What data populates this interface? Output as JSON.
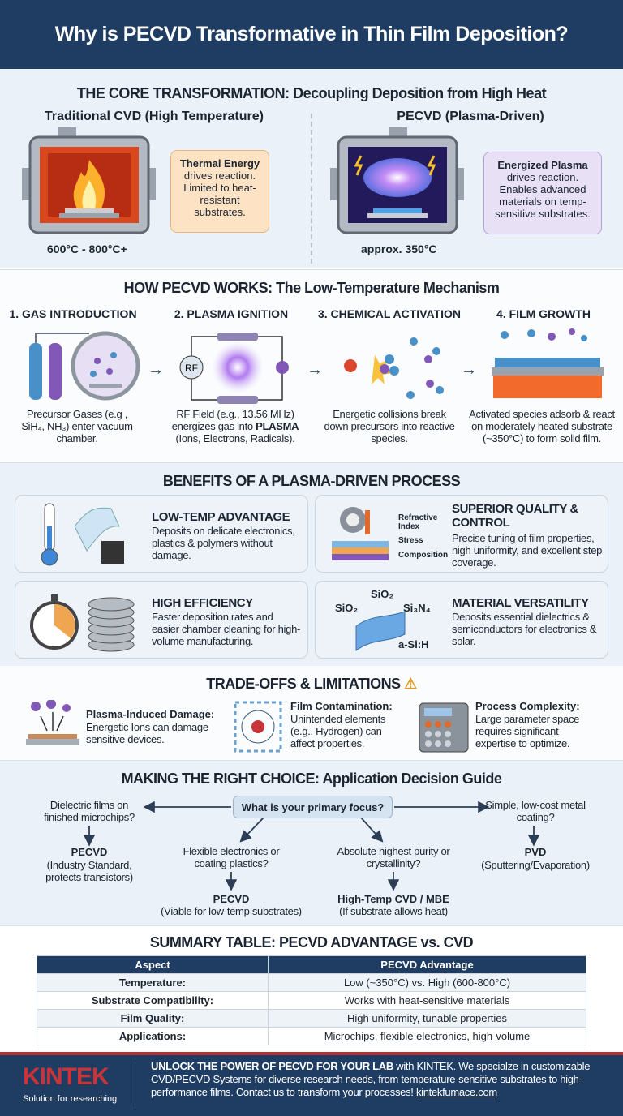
{
  "header": {
    "title": "Why is PECVD Transformative in Thin Film Deposition?"
  },
  "colors": {
    "navy": "#1f3d63",
    "accent_red": "#b5313a",
    "thermal_bubble": "#fde3c4",
    "plasma_bubble": "#e8e0f5"
  },
  "core": {
    "title": "THE CORE TRANSFORMATION: Decoupling Deposition from High Heat",
    "left": {
      "heading": "Traditional CVD (High Temperature)",
      "bubble_bold": "Thermal Energy",
      "bubble_text": "drives reaction. Limited to heat-resistant substrates.",
      "temp": "600°C - 800°C+",
      "icon": "flame-furnace-icon"
    },
    "right": {
      "heading": "PECVD (Plasma-Driven)",
      "bubble_bold": "Energized Plasma",
      "bubble_text": "drives reaction. Enables advanced materials on temp-sensitive substrates.",
      "temp": "approx. 350°C",
      "icon": "plasma-chamber-icon"
    }
  },
  "how": {
    "title": "HOW PECVD WORKS: The Low-Temperature Mechanism",
    "steps": [
      {
        "title": "1. GAS INTRODUCTION",
        "text": "Precursor Gases (e.g , SiH₄, NH₃) enter vacuum chamber.",
        "icon": "gas-cylinders-icon"
      },
      {
        "title": "2. PLASMA IGNITION",
        "text_pre": "RF Field (e.g., 13.56 MHz) energizes gas into ",
        "text_bold": "PLASMA",
        "text_post": " (Ions, Electrons, Radicals).",
        "rf": "RF",
        "icon": "rf-plasma-icon"
      },
      {
        "title": "3. CHEMICAL ACTIVATION",
        "text": "Energetic collisions break down precursors into reactive species.",
        "icon": "collision-icon"
      },
      {
        "title": "4. FILM GROWTH",
        "text": "Activated species adsorb & react on moderately heated substrate (~350°C) to form solid film.",
        "icon": "heated-substrate-icon"
      }
    ]
  },
  "benefits": {
    "title": "BENEFITS OF A PLASMA-DRIVEN PROCESS",
    "cards": [
      {
        "title": "LOW-TEMP ADVANTAGE",
        "text": "Deposits on delicate electronics, plastics & polymers without damage.",
        "icon": "thermometer-chip-icon"
      },
      {
        "title": "SUPERIOR QUALITY & CONTROL",
        "text": "Precise tuning of film properties, high uniformity, and excellent step coverage.",
        "labels": [
          "Refractive Index",
          "Stress",
          "Composition"
        ],
        "icon": "gear-layers-icon"
      },
      {
        "title": "HIGH EFFICIENCY",
        "text": "Faster deposition rates and easier chamber cleaning for high-volume manufacturing.",
        "icon": "stopwatch-wafers-icon"
      },
      {
        "title": "MATERIAL VERSATILITY",
        "text": "Deposits essential dielectrics & semiconductors for electronics & solar.",
        "materials": [
          "SiO₂",
          "SiO₂",
          "Si₃N₄",
          "a-Si:H"
        ],
        "icon": "film-sheet-icon"
      }
    ]
  },
  "tradeoffs": {
    "title": "TRADE-OFFS & LIMITATIONS",
    "icon": "warning-icon",
    "items": [
      {
        "title": "Plasma-Induced Damage:",
        "text": "Energetic Ions can damage sensitive devices.",
        "icon": "ion-bombardment-icon"
      },
      {
        "title": "Film Contamination:",
        "text": "Unintended elements (e.g., Hydrogen) can affect properties.",
        "icon": "atom-lattice-icon"
      },
      {
        "title": "Process Complexity:",
        "text": "Large parameter space requires significant expertise to optimize.",
        "icon": "control-panel-icon"
      }
    ]
  },
  "guide": {
    "title": "MAKING THE RIGHT CHOICE: Application Decision Guide",
    "center": "What is your primary focus?",
    "branches": [
      {
        "q": "Dielectric films on finished microchips?",
        "a": "PECVD",
        "note": "(Industry Standard, protects transistors)"
      },
      {
        "q": "Flexible electronics or coating plastics?",
        "a": "PECVD",
        "note": "(Viable for low-temp substrates)"
      },
      {
        "q": "Absolute highest purity or crystallinity?",
        "a": "High-Temp CVD / MBE",
        "note": "(If substrate allows heat)"
      },
      {
        "q": "Simple, low-cost metal coating?",
        "a": "PVD",
        "note": "(Sputtering/Evaporation)"
      }
    ]
  },
  "summary": {
    "title": "SUMMARY TABLE: PECVD ADVANTAGE vs. CVD",
    "headers": [
      "Aspect",
      "PECVD Advantage"
    ],
    "rows": [
      [
        "Temperature:",
        "Low (~350°C) vs. High (600-800°C)"
      ],
      [
        "Substrate Compatibility:",
        "Works with heat-sensitive materials"
      ],
      [
        "Film Quality:",
        "High uniformity, tunable properties"
      ],
      [
        "Applications:",
        "Microchips, flexible electronics, high-volume"
      ]
    ]
  },
  "footer": {
    "logo": "KINTEK",
    "tagline": "Solution for researching",
    "bold": "UNLOCK THE POWER OF PECVD FOR YOUR LAB",
    "text": " with KINTEK. We specialze in customizable CVD/PECVD Systems for diverse research needs, from temperature-sensitive substrates to high-performance films. Contact us to transform your processes! ",
    "link": "kintekfumace.com"
  }
}
